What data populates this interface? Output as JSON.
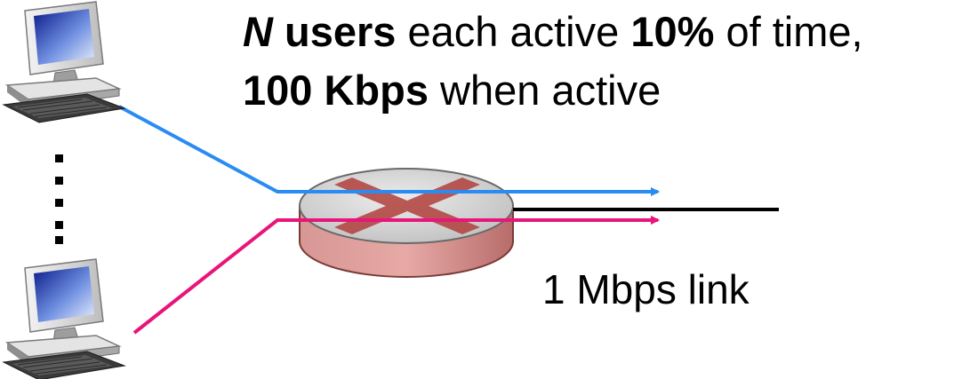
{
  "headline": {
    "line1": [
      {
        "text": "N",
        "style": "bi"
      },
      {
        "text": " users",
        "style": "b"
      },
      {
        "text": " each active ",
        "style": "n"
      },
      {
        "text": "10%",
        "style": "b"
      },
      {
        "text": " of time,",
        "style": "n"
      }
    ],
    "line2": [
      {
        "text": "100 Kbps",
        "style": "b"
      },
      {
        "text": " when active",
        "style": "n"
      }
    ]
  },
  "link_label": "1 Mbps link",
  "colors": {
    "user_top_line": "#2a8cf2",
    "user_bottom_line": "#e8157a",
    "router_body": "#c87a78",
    "router_top": "#d8d8d8",
    "router_x": "#b0403c",
    "output_link": "#000000"
  },
  "icons": {
    "user_top": "desktop-computer-icon",
    "user_bottom": "desktop-computer-icon",
    "router": "router-icon",
    "ellipsis": "vertical-dots"
  }
}
